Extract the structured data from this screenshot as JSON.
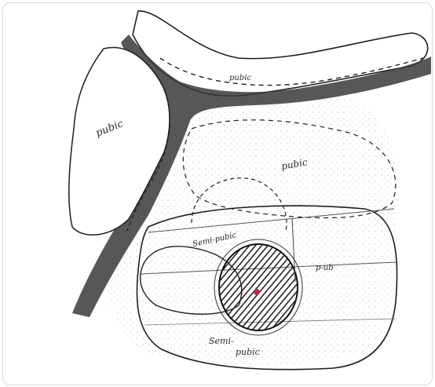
{
  "labels": {
    "top_band": "pubic",
    "left_bone": "pubic",
    "center_region": "pubic",
    "inner_circle": "Semi-pubic",
    "right_side": "p-ub",
    "bottom": "Semi-",
    "bottom2": "pubic"
  },
  "colors": {
    "ink": "#1e1e1e",
    "shadow": "#3a3a3a",
    "accent_dot": "#b0304a",
    "paper": "#ffffff"
  }
}
